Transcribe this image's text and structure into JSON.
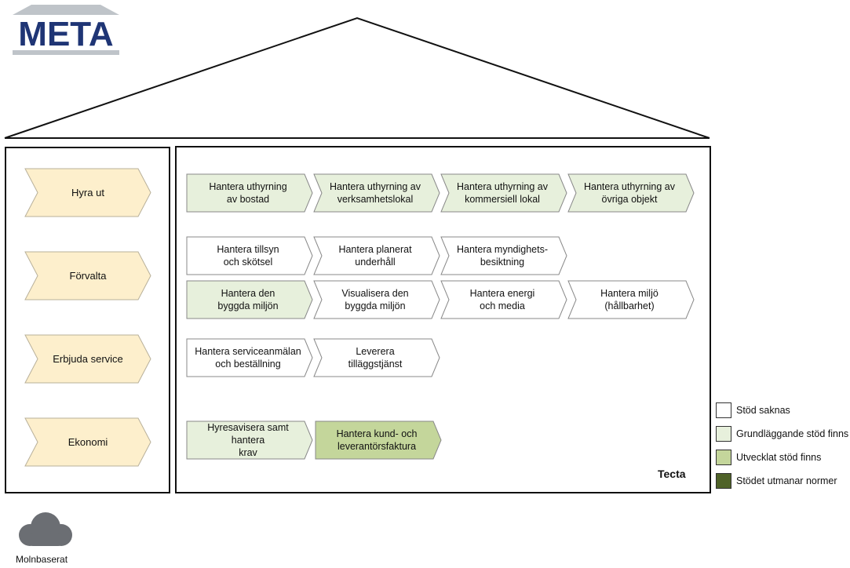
{
  "logo": {
    "text": "META"
  },
  "left_items": [
    {
      "label": "Hyra ut"
    },
    {
      "label": "Förvalta"
    },
    {
      "label": "Erbjuda service"
    },
    {
      "label": "Ekonomi"
    }
  ],
  "processes": [
    {
      "label": "Hantera uthyrning\nav bostad",
      "level": "grundlaggande"
    },
    {
      "label": "Hantera uthyrning av\nverksamhetslokal",
      "level": "grundlaggande"
    },
    {
      "label": "Hantera uthyrning av\nkommersiell lokal",
      "level": "grundlaggande"
    },
    {
      "label": "Hantera uthyrning av\növriga objekt",
      "level": "grundlaggande"
    },
    {
      "label": "Hantera tillsyn\noch skötsel",
      "level": "saknas"
    },
    {
      "label": "Hantera planerat\nunderhåll",
      "level": "saknas"
    },
    {
      "label": "Hantera myndighets-\nbesiktning",
      "level": "saknas"
    },
    {
      "label": "Hantera den\nbyggda miljön",
      "level": "grundlaggande"
    },
    {
      "label": "Visualisera den\nbyggda miljön",
      "level": "saknas"
    },
    {
      "label": "Hantera energi\noch media",
      "level": "saknas"
    },
    {
      "label": "Hantera miljö\n(hållbarhet)",
      "level": "saknas"
    },
    {
      "label": "Hantera serviceanmälan\noch beställning",
      "level": "saknas"
    },
    {
      "label": "Leverera\ntilläggstjänst",
      "level": "saknas"
    },
    {
      "label": "Hyresavisera samt hantera\nkrav",
      "level": "grundlaggande"
    },
    {
      "label": "Hantera kund- och\nleverantörsfaktura",
      "level": "utvecklat"
    }
  ],
  "system_label": "Tecta",
  "legend": [
    {
      "label": "Stöd saknas",
      "color": "#ffffff"
    },
    {
      "label": "Grundläggande stöd finns",
      "color": "#e7f0dc"
    },
    {
      "label": "Utvecklat stöd finns",
      "color": "#c4d69b"
    },
    {
      "label": "Stödet utmanar normer",
      "color": "#4f6228"
    }
  ],
  "level_colors": {
    "saknas": "#ffffff",
    "grundlaggande": "#e7f0dc",
    "utvecklat": "#c4d69b",
    "left": "#fdefcc"
  },
  "cloud_label": "Molnbaserat"
}
